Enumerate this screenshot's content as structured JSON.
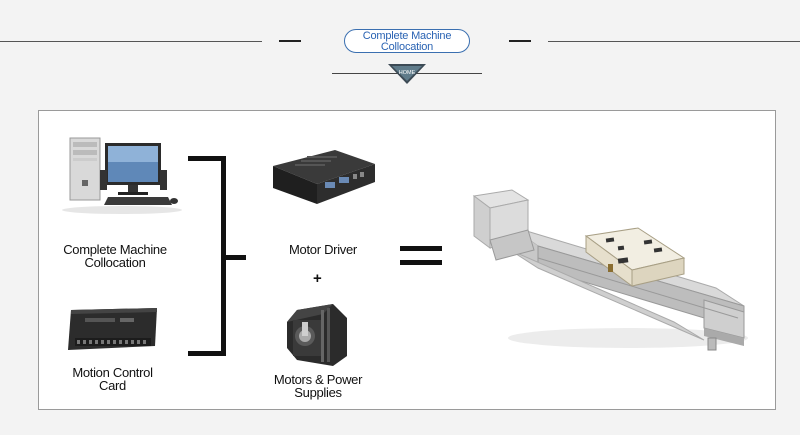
{
  "header": {
    "title_line1": "Complete Machine",
    "title_line2": "Collocation",
    "badge": "HOME"
  },
  "components": {
    "computer_label_line1": "Complete Machine",
    "computer_label_line2": "Collocation",
    "card_label_line1": "Motion Control",
    "card_label_line2": "Card",
    "driver_label": "Motor Driver",
    "plus": "+",
    "motor_label_line1": "Motors & Power",
    "motor_label_line2": "Supplies"
  },
  "colors": {
    "accent": "#2a63b3",
    "panel_border": "#9a9a9a"
  }
}
